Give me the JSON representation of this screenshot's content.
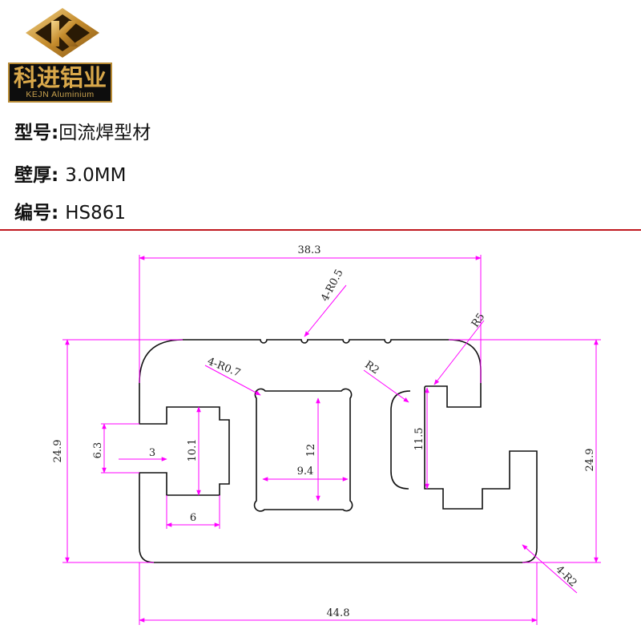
{
  "brand": {
    "logo_icon": "k-diamond-logo-icon",
    "name_cn": "科进铝业",
    "name_en": "KEJN Aluminium",
    "colors": {
      "gold": "#d9a84a",
      "black": "#0d0d0d"
    }
  },
  "specs": {
    "model_label": "型号:",
    "model_value": "回流焊型材",
    "wall_label": "壁厚:",
    "wall_value": "3.0MM",
    "code_label": "编号:",
    "code_value": "HS861"
  },
  "divider_color": "#c0181e",
  "drawing": {
    "dimension_color": "#ff00ff",
    "outline_color": "#111111",
    "dims": {
      "top_width": "38.3",
      "bottom_width": "44.8",
      "left_height": "24.9",
      "right_height": "24.9",
      "slot_height": "6.3",
      "slot_depth": "3",
      "slot_inner_height": "10.1",
      "slot_inner_width": "6",
      "window_height": "12",
      "window_width": "9.4",
      "c_height": "11.5",
      "groove_radius": "4-R0.5",
      "window_corner_radius": "4-R0.7",
      "c_radius": "R2",
      "top_right_radius": "R5",
      "corner_radius": "4-R2"
    }
  }
}
